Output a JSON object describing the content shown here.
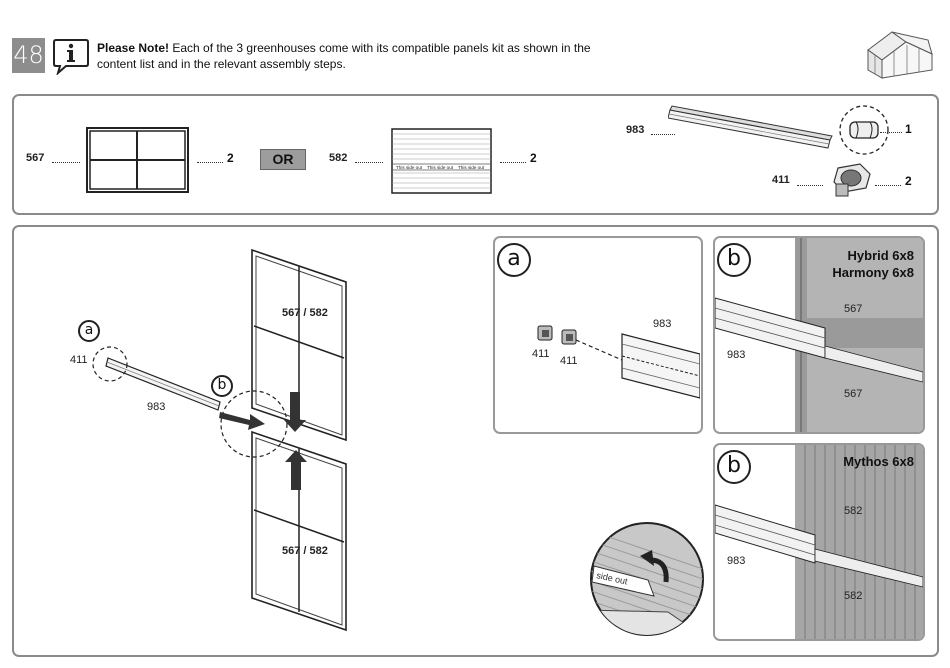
{
  "step": {
    "number": "48"
  },
  "note": {
    "bold": "Please Note!",
    "text": " Each of the 3 greenhouses come with its compatible panels kit as shown in the content list and in the relevant assembly steps."
  },
  "parts": {
    "panel_a": {
      "code": "567",
      "qty": "2"
    },
    "or_label": "OR",
    "panel_b": {
      "code": "582",
      "qty": "2",
      "side_text": "This side out"
    },
    "rail": {
      "code": "983"
    },
    "cap": {
      "qty": "1"
    },
    "bolt": {
      "code": "411",
      "qty": "2"
    }
  },
  "main": {
    "callout_a": "a",
    "callout_b": "b",
    "part_411": "411",
    "part_983": "983",
    "panel_label_top": "567 / 582",
    "panel_label_bottom": "567 / 582"
  },
  "detail_a": {
    "letter": "a",
    "bolt_1": "411",
    "bolt_2": "411",
    "rail": "983"
  },
  "detail_b1": {
    "letter": "b",
    "model_1": "Hybrid 6x8",
    "model_2": "Harmony 6x8",
    "rail": "983",
    "panel_top": "567",
    "panel_bottom": "567"
  },
  "detail_b2": {
    "letter": "b",
    "model": "Mythos 6x8",
    "rail": "983",
    "panel_top": "582",
    "panel_bottom": "582"
  },
  "film": {
    "text": "side out"
  }
}
